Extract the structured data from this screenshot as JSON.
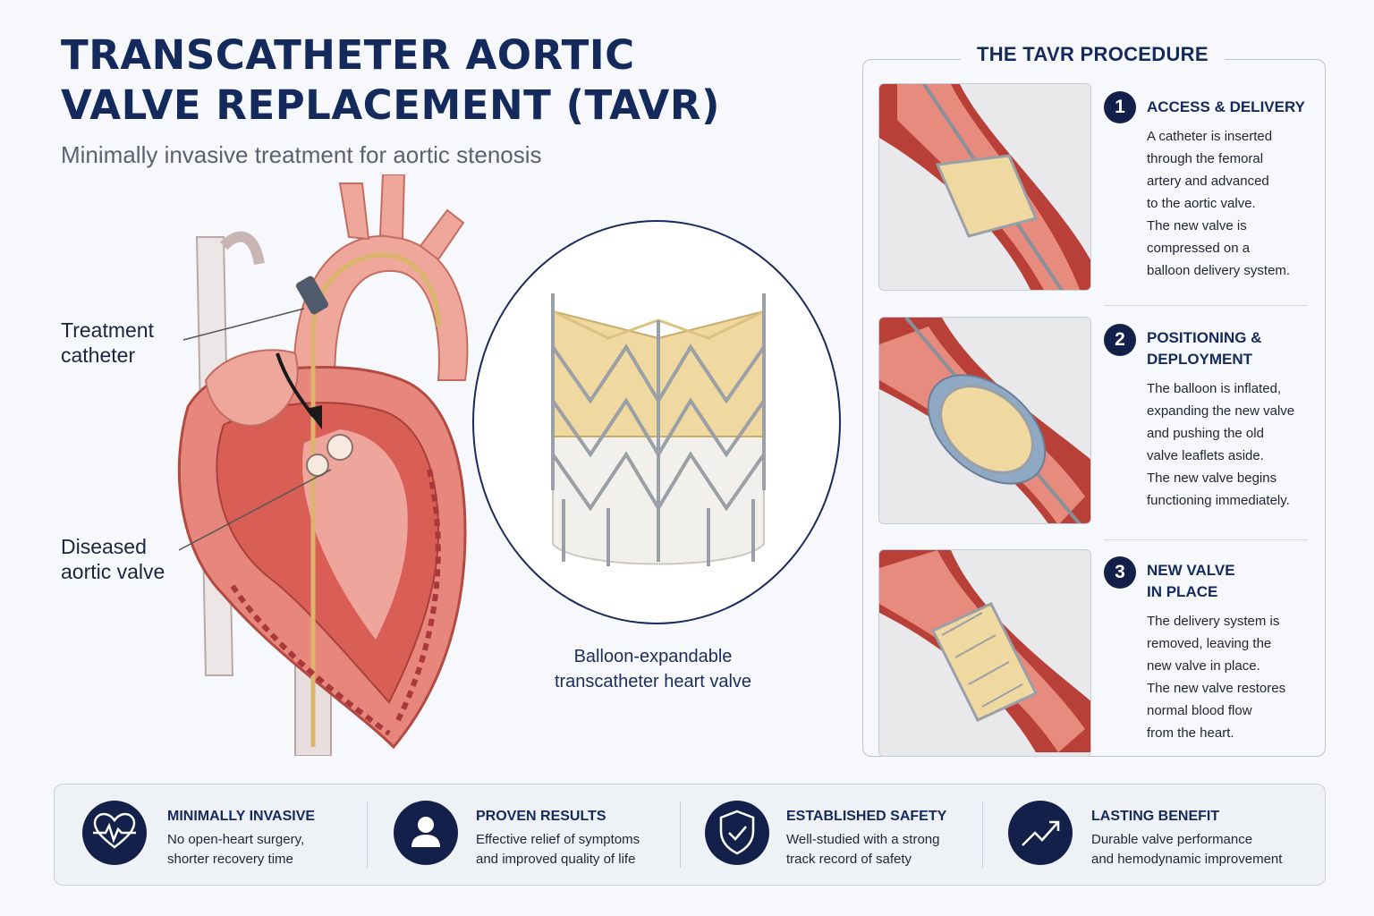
{
  "header": {
    "title_line1": "TRANSCATHETER AORTIC",
    "title_line2": "VALVE REPLACEMENT (TAVR)",
    "subtitle": "Minimally invasive treatment for aortic stenosis"
  },
  "heart": {
    "label_catheter_1": "Treatment",
    "label_catheter_2": "catheter",
    "label_valve_1": "Diseased",
    "label_valve_2": "aortic valve"
  },
  "valve": {
    "caption_1": "Balloon-expandable",
    "caption_2": "transcatheter heart valve"
  },
  "procedure": {
    "title": "THE TAVR PROCEDURE",
    "steps": [
      {
        "number": "1",
        "title_1": "ACCESS & DELIVERY",
        "title_2": "",
        "lines": [
          "A catheter is inserted",
          "through the femoral",
          "artery and advanced",
          "to the aortic valve.",
          "The new valve is",
          "compressed on a",
          "balloon delivery system."
        ]
      },
      {
        "number": "2",
        "title_1": "POSITIONING &",
        "title_2": "DEPLOYMENT",
        "lines": [
          "The balloon is inflated,",
          "expanding the new valve",
          "and pushing the old",
          "valve leaflets aside.",
          "The new valve begins",
          "functioning immediately."
        ]
      },
      {
        "number": "3",
        "title_1": "NEW VALVE",
        "title_2": "IN PLACE",
        "lines": [
          "The delivery system is",
          "removed, leaving the",
          "new valve in place.",
          "The new valve restores",
          "normal blood flow",
          "from the heart."
        ]
      }
    ]
  },
  "benefits": [
    {
      "icon": "heart-pulse-icon",
      "title": "MINIMALLY INVASIVE",
      "line1": "No open-heart surgery,",
      "line2": "shorter recovery time"
    },
    {
      "icon": "person-icon",
      "title": "PROVEN RESULTS",
      "line1": "Effective relief of symptoms",
      "line2": "and improved quality of life"
    },
    {
      "icon": "shield-check-icon",
      "title": "ESTABLISHED SAFETY",
      "line1": "Well-studied with a strong",
      "line2": "track record of safety"
    },
    {
      "icon": "trend-up-icon",
      "title": "LASTING BENEFIT",
      "line1": "Durable valve performance",
      "line2": "and hemodynamic improvement"
    }
  ],
  "colors": {
    "navy": "#13214a",
    "tissue_red": "#c8473f",
    "tissue_pink": "#f0a79b",
    "valve_tissue": "#efd9a0"
  }
}
